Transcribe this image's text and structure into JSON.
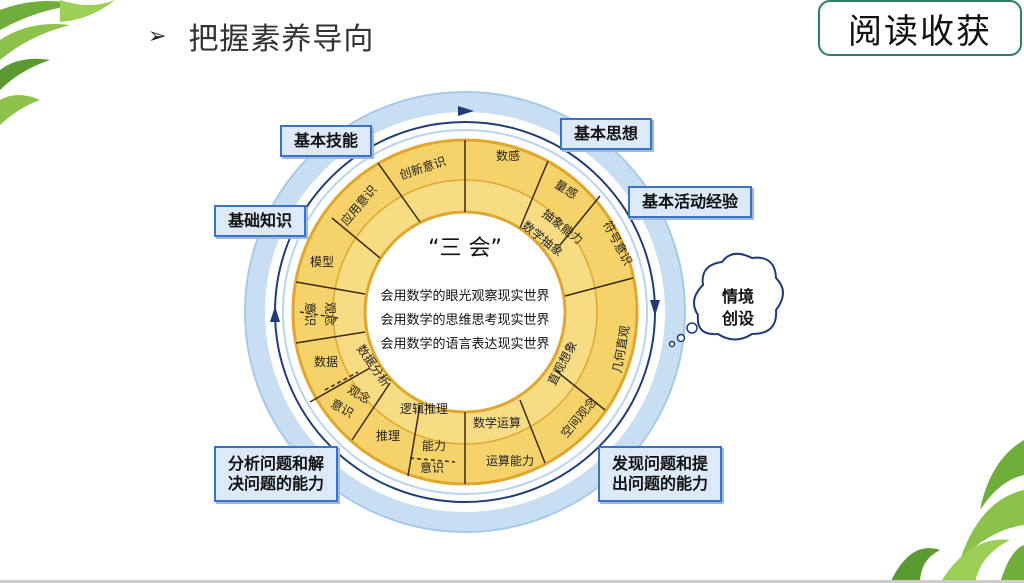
{
  "header": {
    "bullet": "➢",
    "title": "把握素养导向",
    "badge": "阅读收获"
  },
  "outer_labels": {
    "basic_skills": "基本技能",
    "basic_knowledge": "基础知识",
    "basic_thoughts": "基本思想",
    "basic_experience": "基本活动经验",
    "analyze_solve": "分析问题和解决问题的能力",
    "discover_propose": "发现问题和提出问题的能力",
    "situation": "情境创设"
  },
  "center": {
    "title": "“三  会”",
    "lines": [
      "会用数学的眼光观察现实世界",
      "会用数学的思维思考现实世界",
      "会用数学的语言表达现实世界"
    ]
  },
  "ring_outer": [
    "数感",
    "量感",
    "符号意识",
    "几何直观",
    "空间观念",
    "运算能力",
    "能力",
    "意识",
    "推理",
    "观念",
    "意识",
    "数据",
    "观念",
    "意识",
    "模型",
    "应用意识",
    "创新意识"
  ],
  "ring_inner": [
    "抽象能力",
    "数学抽象",
    "直观想象",
    "数学运算",
    "逻辑推理",
    "数据分析"
  ],
  "colors": {
    "ring_yellow": "#f5d36a",
    "ring_border": "#e0a72e",
    "outer_blue": "#bcd8f2",
    "box_blue": "#3b74c4",
    "arrow_navy": "#1f3c78"
  },
  "decor": {
    "top_left": "palm-leaves",
    "bottom_right": "palm-leaves"
  }
}
